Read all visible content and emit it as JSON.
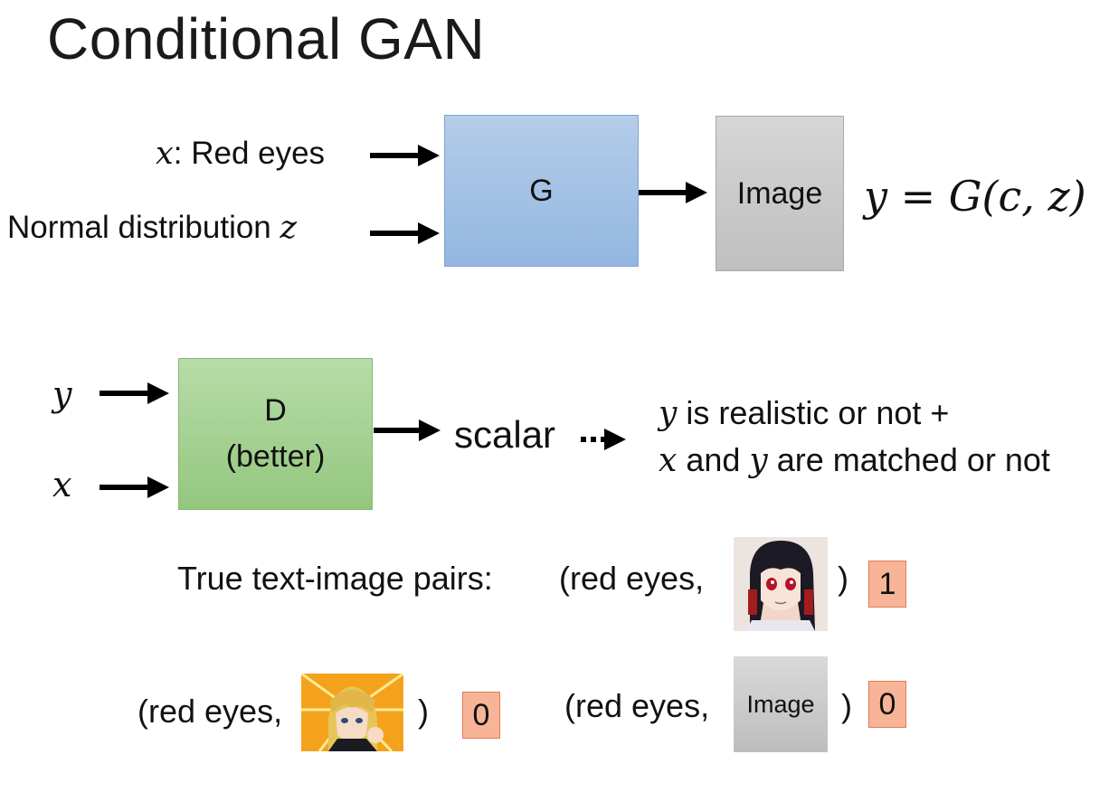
{
  "title": "Conditional GAN",
  "generator": {
    "input_x_var": "x",
    "input_x_label": ": Red eyes",
    "input_z_label": "Normal distribution ",
    "input_z_var": "z",
    "box_label": "G",
    "output_label": "Image",
    "equation": "y = G(c, z)"
  },
  "discriminator": {
    "input_y": "y",
    "input_x": "x",
    "box_line1": "D",
    "box_line2": "(better)",
    "output_label": "scalar",
    "result_line1_var": "y",
    "result_line1_text": " is realistic or not +",
    "result_line2_var1": "x",
    "result_line2_mid": " and ",
    "result_line2_var2": "y",
    "result_line2_text": " are matched or not"
  },
  "pairs": {
    "true_label": "True text-image pairs:",
    "true_pair_open": "(red eyes,",
    "true_pair_close": ")",
    "true_score": "1",
    "fake1_open": "(red eyes,",
    "fake1_close": ")",
    "fake1_score": "0",
    "fake2_open": "(red eyes,",
    "fake2_image_label": "Image",
    "fake2_close": ")",
    "fake2_score": "0"
  },
  "colors": {
    "generator_box": "#9dbde3",
    "discriminator_box": "#a5d190",
    "image_box": "#c9c9c9",
    "score_box": "#f7b496"
  }
}
